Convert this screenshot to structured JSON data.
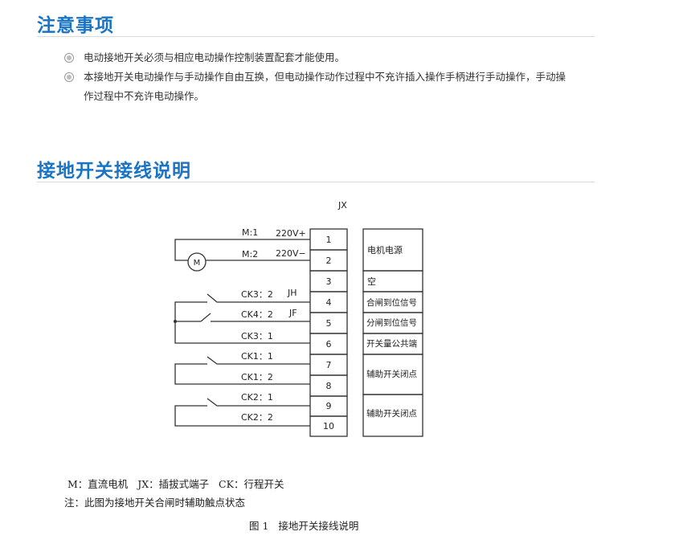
{
  "section1": {
    "title": "注意事项",
    "notes": [
      "电动接地开关必须与相应电动操作控制装置配套才能使用。",
      "本接地开关电动操作与手动操作自由互换，但电动操作动作过程中不充许插入操作手柄进行手动操作，手动操作过程中不充许电动操作。"
    ]
  },
  "section2": {
    "title": "接地开关接线说明"
  },
  "diagram": {
    "terminal_block_label": "JX",
    "terminals": [
      "1",
      "2",
      "3",
      "4",
      "5",
      "6",
      "7",
      "8",
      "9",
      "10"
    ],
    "wire_labels": {
      "m1": "M:1",
      "v1": "220V+",
      "m2": "M:2",
      "v2": "220V−",
      "motor": "M",
      "ck3_2": "CK3：2",
      "jh": "JH",
      "ck4_2": "CK4：2",
      "jf": "JF",
      "ck3_1": "CK3：1",
      "ck1_1": "CK1：1",
      "ck1_2": "CK1：2",
      "ck2_1": "CK2：1",
      "ck2_2": "CK2：2"
    },
    "functions": [
      "电机电源",
      "空",
      "合闸到位信号",
      "分闸到位信号",
      "开关量公共端",
      "辅助开关闭点",
      "辅助开关闭点"
    ]
  },
  "legend": "M：直流电机   JX：插拔式端子   CK：行程开关",
  "footnote": "注：此图为接地开关合闸时辅助触点状态",
  "caption": "图 1   接地开关接线说明",
  "colors": {
    "title": "#1a74c6",
    "line": "#333333"
  }
}
